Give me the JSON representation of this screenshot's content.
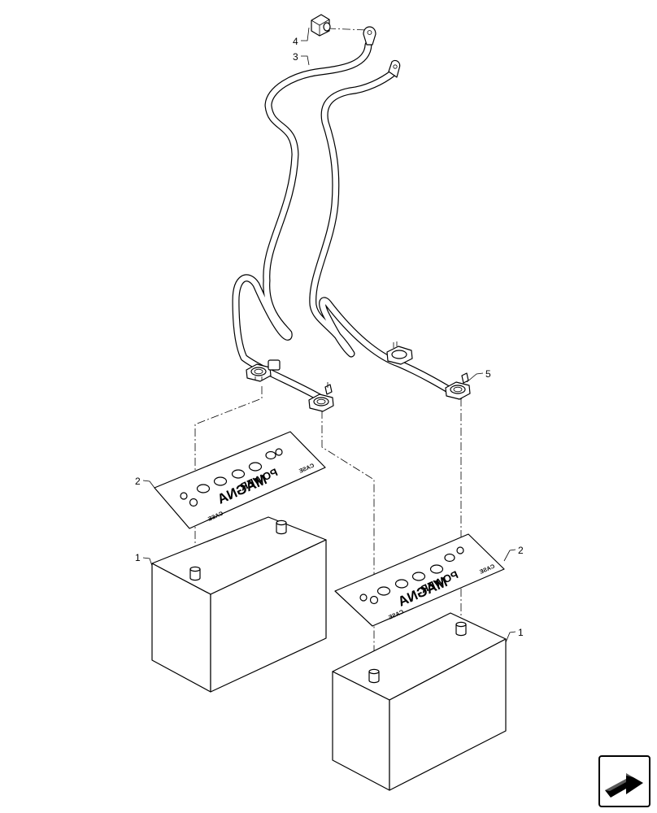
{
  "callouts": {
    "c1a": "1",
    "c1b": "1",
    "c2a": "2",
    "c2b": "2",
    "c3": "3",
    "c4": "4",
    "c5": "5"
  },
  "label": {
    "brand_line1": "MAGNA",
    "brand_line2": "POWER",
    "logo_text": "CASE"
  },
  "icons": {
    "nav": "bent-arrow-icon"
  }
}
